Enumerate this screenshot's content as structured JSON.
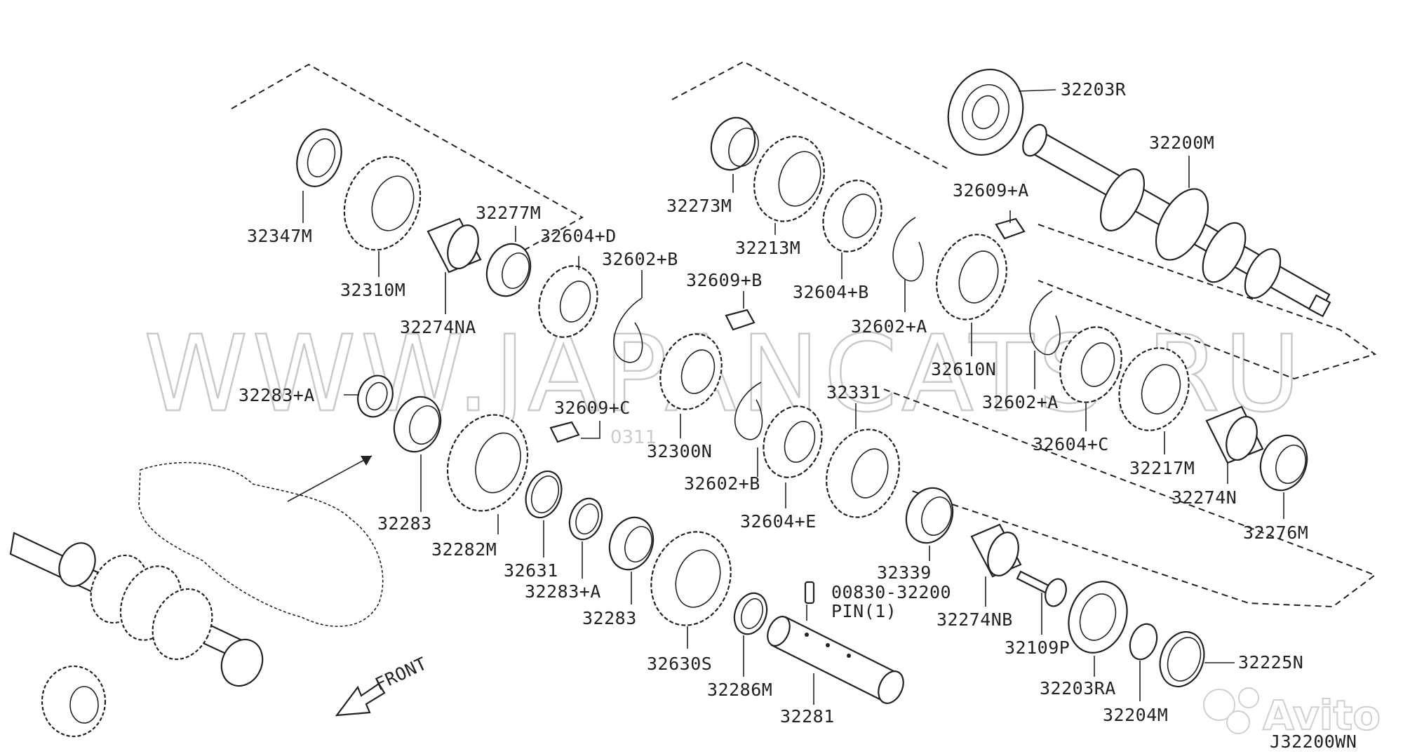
{
  "watermark": {
    "site": "WWW.JAPANCATS.RU",
    "code": "0311",
    "brand": "Avito"
  },
  "diagram_code": "J32200WN",
  "front_label": "FRONT",
  "callouts": {
    "c32203R": "32203R",
    "c32200M": "32200M",
    "c32609A_top": "32609+A",
    "c32273M": "32273M",
    "c32213M": "32213M",
    "c32604B": "32604+B",
    "c32602A_top": "32602+A",
    "c32610N": "32610N",
    "c32602A_mid": "32602+A",
    "c32604C": "32604+C",
    "c32217M": "32217M",
    "c32274N": "32274N",
    "c32276M": "32276M",
    "c32347M": "32347M",
    "c32310M": "32310M",
    "c32277M": "32277M",
    "c32274NA": "32274NA",
    "c32604D": "32604+D",
    "c32602B_top": "32602+B",
    "c32609B": "32609+B",
    "c32283A_left": "32283+A",
    "c32609C": "32609+C",
    "c32300N": "32300N",
    "c32602B_mid": "32602+B",
    "c32331": "32331",
    "c32604E": "32604+E",
    "c32283": "32283",
    "c32282M": "32282M",
    "c32631": "32631",
    "c32283A_mid": "32283+A",
    "c32283_b": "32283",
    "c32339": "32339",
    "c32274NB": "32274NB",
    "c32109P": "32109P",
    "c32203RA": "32203RA",
    "c32204M": "32204M",
    "c32225N": "32225N",
    "c00830": "00830-32200",
    "cPin": "PIN(1)",
    "c32630S": "32630S",
    "c32286M": "32286M",
    "c32281": "32281"
  }
}
